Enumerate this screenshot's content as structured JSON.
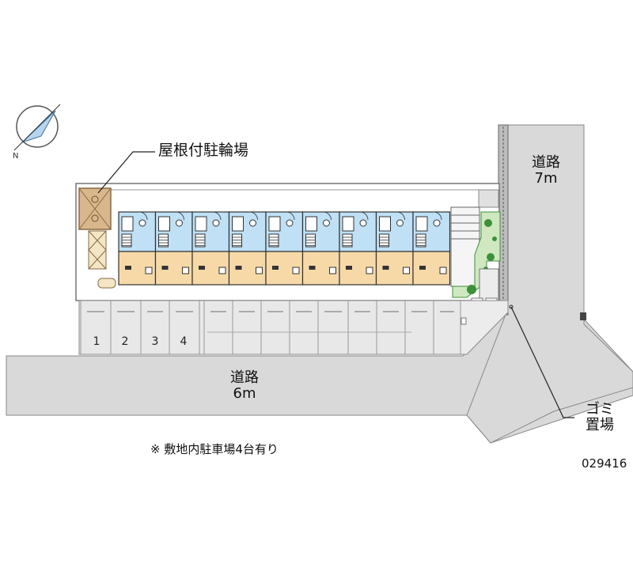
{
  "labels": {
    "roofed_bicycle_parking": "屋根付駐輪場",
    "road_east_name": "道路",
    "road_east_width": "7m",
    "road_south_name": "道路",
    "road_south_width": "6m",
    "garbage_line1": "ゴミ",
    "garbage_line2": "置場",
    "parking_note": "※ 敷地内駐車場4台有り",
    "property_code": "029416"
  },
  "parking_slots": [
    "1",
    "2",
    "3",
    "4"
  ],
  "colors": {
    "road": "#d9d9d9",
    "parking": "#e8e8e8",
    "unit_top": "#bfe0f5",
    "unit_bottom": "#f7d9a8",
    "bike_shed": "#d9b78c",
    "greenery": "#3e8f3a",
    "compass": "#6ea8d8"
  }
}
